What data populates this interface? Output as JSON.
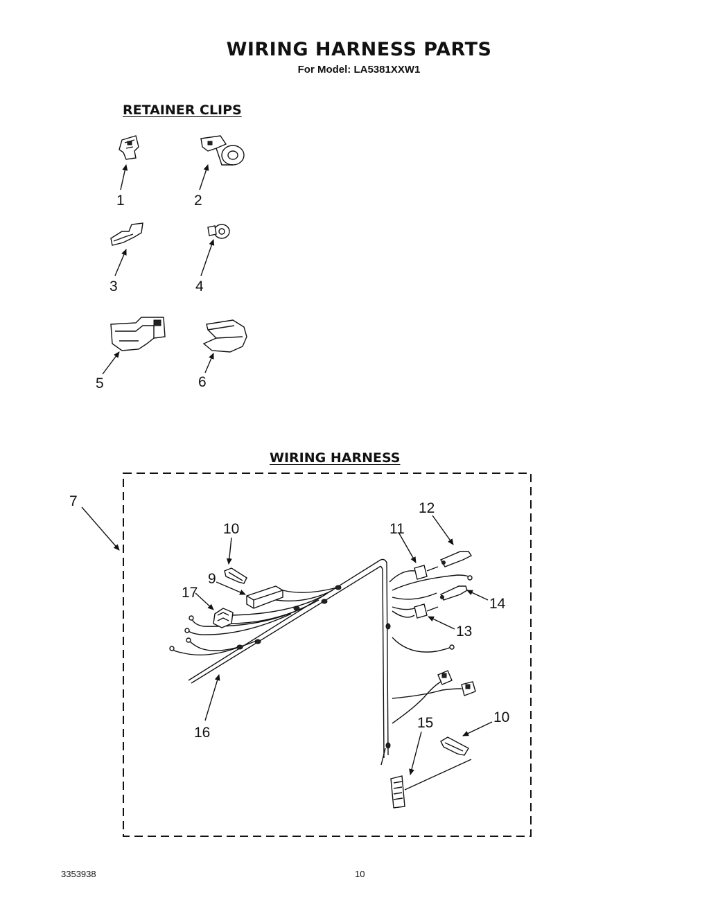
{
  "header": {
    "title": "WIRING HARNESS PARTS",
    "subtitle": "For Model: LA5381XXW1"
  },
  "sections": {
    "retainer_clips": "RETAINER CLIPS",
    "wiring_harness": "WIRING HARNESS"
  },
  "callouts": {
    "c1": "1",
    "c2": "2",
    "c3": "3",
    "c4": "4",
    "c5": "5",
    "c6": "6",
    "c7": "7",
    "c9": "9",
    "c10a": "10",
    "c10b": "10",
    "c11": "11",
    "c12": "12",
    "c13": "13",
    "c14": "14",
    "c15": "15",
    "c16": "16",
    "c17": "17"
  },
  "footer": {
    "doc_number": "3353938",
    "page_number": "10"
  }
}
